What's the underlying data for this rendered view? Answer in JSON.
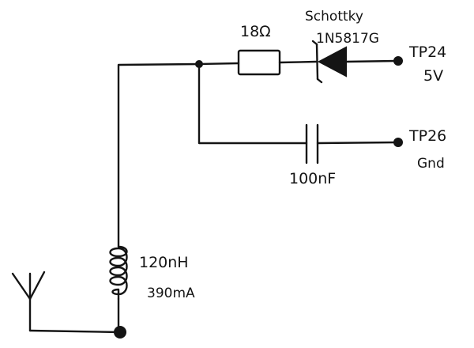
{
  "components": {
    "resistor": {
      "value": "18Ω"
    },
    "diode": {
      "type": "Schottky",
      "part": "1N5817G"
    },
    "capacitor": {
      "value": "100nF"
    },
    "inductor": {
      "value": "120nH",
      "current": "390mA"
    }
  },
  "test_points": [
    {
      "id": "TP24",
      "signal": "5V"
    },
    {
      "id": "TP26",
      "signal": "Gnd"
    }
  ]
}
